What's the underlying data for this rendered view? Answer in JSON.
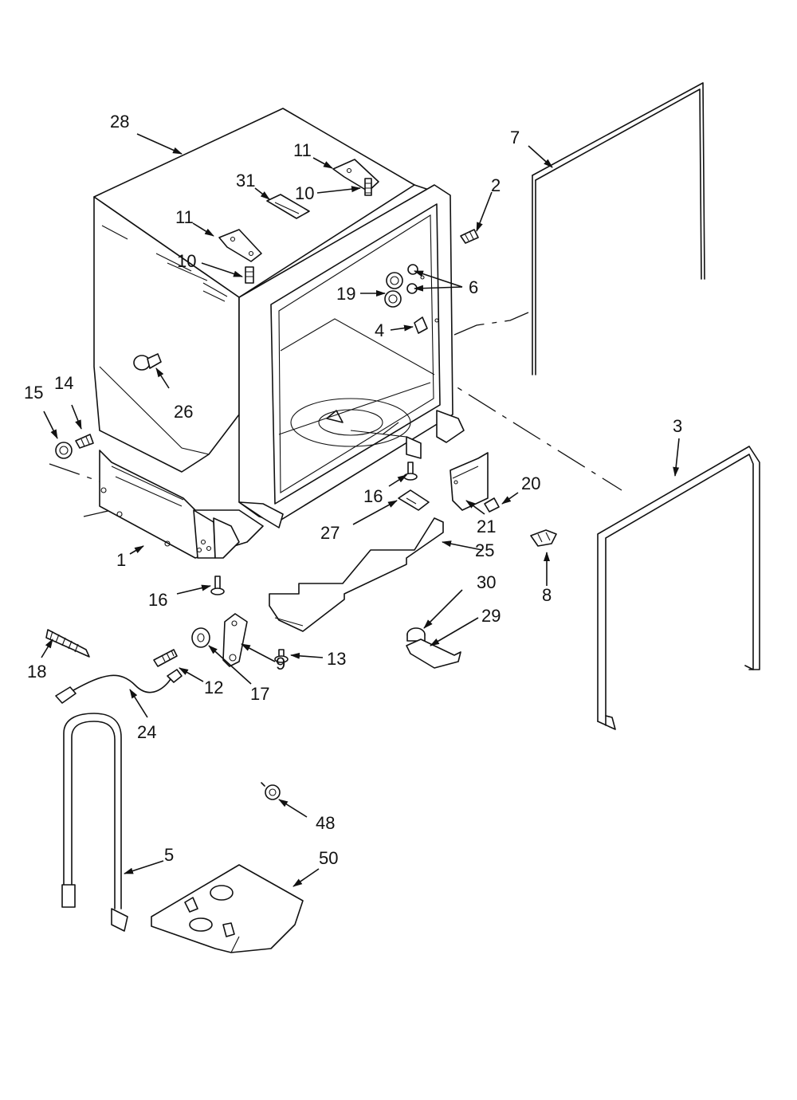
{
  "labels": [
    {
      "id": "1",
      "text": "1"
    },
    {
      "id": "2",
      "text": "2"
    },
    {
      "id": "3",
      "text": "3"
    },
    {
      "id": "4",
      "text": "4"
    },
    {
      "id": "5",
      "text": "5"
    },
    {
      "id": "6",
      "text": "6"
    },
    {
      "id": "7",
      "text": "7"
    },
    {
      "id": "8",
      "text": "8"
    },
    {
      "id": "9",
      "text": "9"
    },
    {
      "id": "10a",
      "text": "10"
    },
    {
      "id": "10b",
      "text": "10"
    },
    {
      "id": "11a",
      "text": "11"
    },
    {
      "id": "11b",
      "text": "11"
    },
    {
      "id": "12",
      "text": "12"
    },
    {
      "id": "13",
      "text": "13"
    },
    {
      "id": "14",
      "text": "14"
    },
    {
      "id": "15",
      "text": "15"
    },
    {
      "id": "16a",
      "text": "16"
    },
    {
      "id": "16b",
      "text": "16"
    },
    {
      "id": "17",
      "text": "17"
    },
    {
      "id": "18",
      "text": "18"
    },
    {
      "id": "19",
      "text": "19"
    },
    {
      "id": "20",
      "text": "20"
    },
    {
      "id": "21",
      "text": "21"
    },
    {
      "id": "24",
      "text": "24"
    },
    {
      "id": "25",
      "text": "25"
    },
    {
      "id": "26",
      "text": "26"
    },
    {
      "id": "27",
      "text": "27"
    },
    {
      "id": "28",
      "text": "28"
    },
    {
      "id": "29",
      "text": "29"
    },
    {
      "id": "30",
      "text": "30"
    },
    {
      "id": "31",
      "text": "31"
    },
    {
      "id": "48",
      "text": "48"
    },
    {
      "id": "50",
      "text": "50"
    }
  ]
}
